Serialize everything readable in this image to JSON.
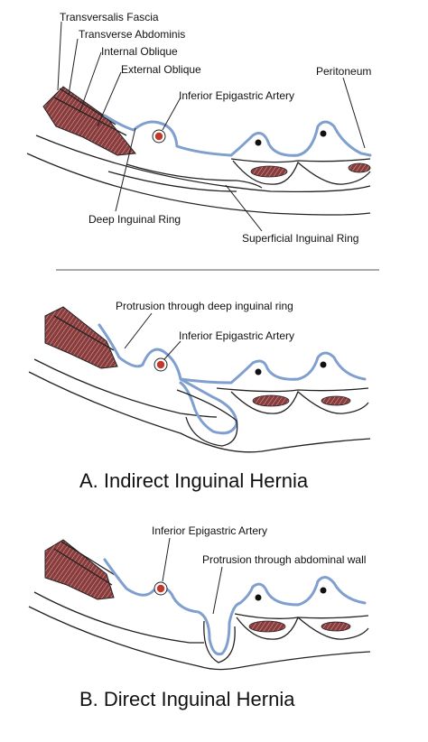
{
  "panel_top": {
    "labels": {
      "transversalis": "Transversalis Fascia",
      "transverse_abdominis": "Transverse Abdominis",
      "internal_oblique": "Internal Oblique",
      "external_oblique": "External Oblique",
      "inferior_epigastric": "Inferior Epigastric Artery",
      "peritoneum": "Peritoneum",
      "deep_ring": "Deep Inguinal Ring",
      "superficial_ring": "Superficial Inguinal Ring"
    }
  },
  "panel_a": {
    "labels": {
      "protrusion": "Protrusion through deep inguinal ring",
      "inferior_epigastric": "Inferior Epigastric Artery"
    },
    "caption": "A. Indirect Inguinal Hernia"
  },
  "panel_b": {
    "labels": {
      "inferior_epigastric": "Inferior Epigastric Artery",
      "protrusion": "Protrusion through abdominal wall"
    },
    "caption": "B. Direct Inguinal Hernia"
  },
  "colors": {
    "muscle": "#8a3b3b",
    "artery": "#c0392b",
    "peritoneum": "#7f9fcf"
  }
}
